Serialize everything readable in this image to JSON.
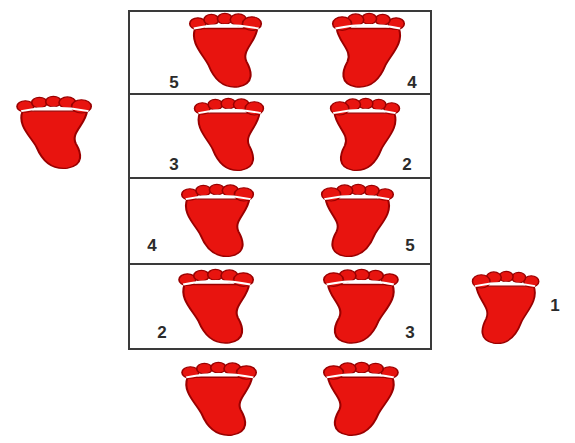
{
  "diagram": {
    "nodes": [
      {
        "text": [
          "5",
          "4"
        ]
      },
      {
        "text": [
          "3",
          "2"
        ]
      },
      {
        "text": [
          "4",
          "5"
        ]
      },
      {
        "text": [
          "2",
          "3"
        ]
      }
    ],
    "labels": [
      "1"
    ]
  }
}
